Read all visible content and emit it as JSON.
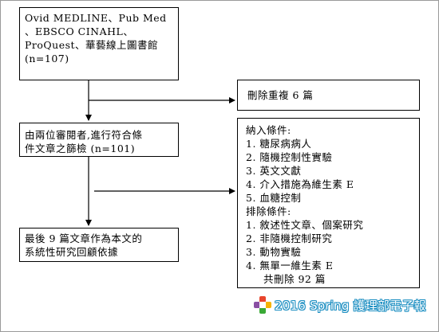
{
  "sources": {
    "lines": [
      "Ovid MEDLINE、Pub Med",
      "、EBSCO CINAHL、",
      "ProQuest、華藝線上圖書館",
      "(n=107)"
    ]
  },
  "duplicates": {
    "text": "刪除重複 6 篇"
  },
  "screening": {
    "lines": [
      "由兩位審閱者,進行符合條",
      "件文章之篩檢 (n=101)"
    ]
  },
  "inclusion": {
    "title": "納入條件:",
    "items": [
      "1. 糖尿病病人",
      "2. 隨機控制性實驗",
      "3. 英文文獻",
      "4. 介入措施為維生素 E",
      "5. 血糖控制"
    ]
  },
  "exclusion": {
    "title": "排除條件:",
    "items": [
      "1. 敘述性文章、個案研究",
      "2. 非隨機控制研究",
      "3. 動物實驗",
      "4. 無單一維生素 E"
    ],
    "total": "共刪除 92 篇"
  },
  "final": {
    "lines": [
      "最後 9 篇文章作為本文的",
      "系統性研究回顧依據"
    ]
  },
  "logo": {
    "text": "2016 Spring 護理部電子報"
  },
  "colors": {
    "logo_blue": "#1d8fc2",
    "cross_red": "#e8452c",
    "cross_yellow": "#f5b400",
    "cross_green": "#39a935",
    "cross_purple": "#8a4fa3"
  }
}
